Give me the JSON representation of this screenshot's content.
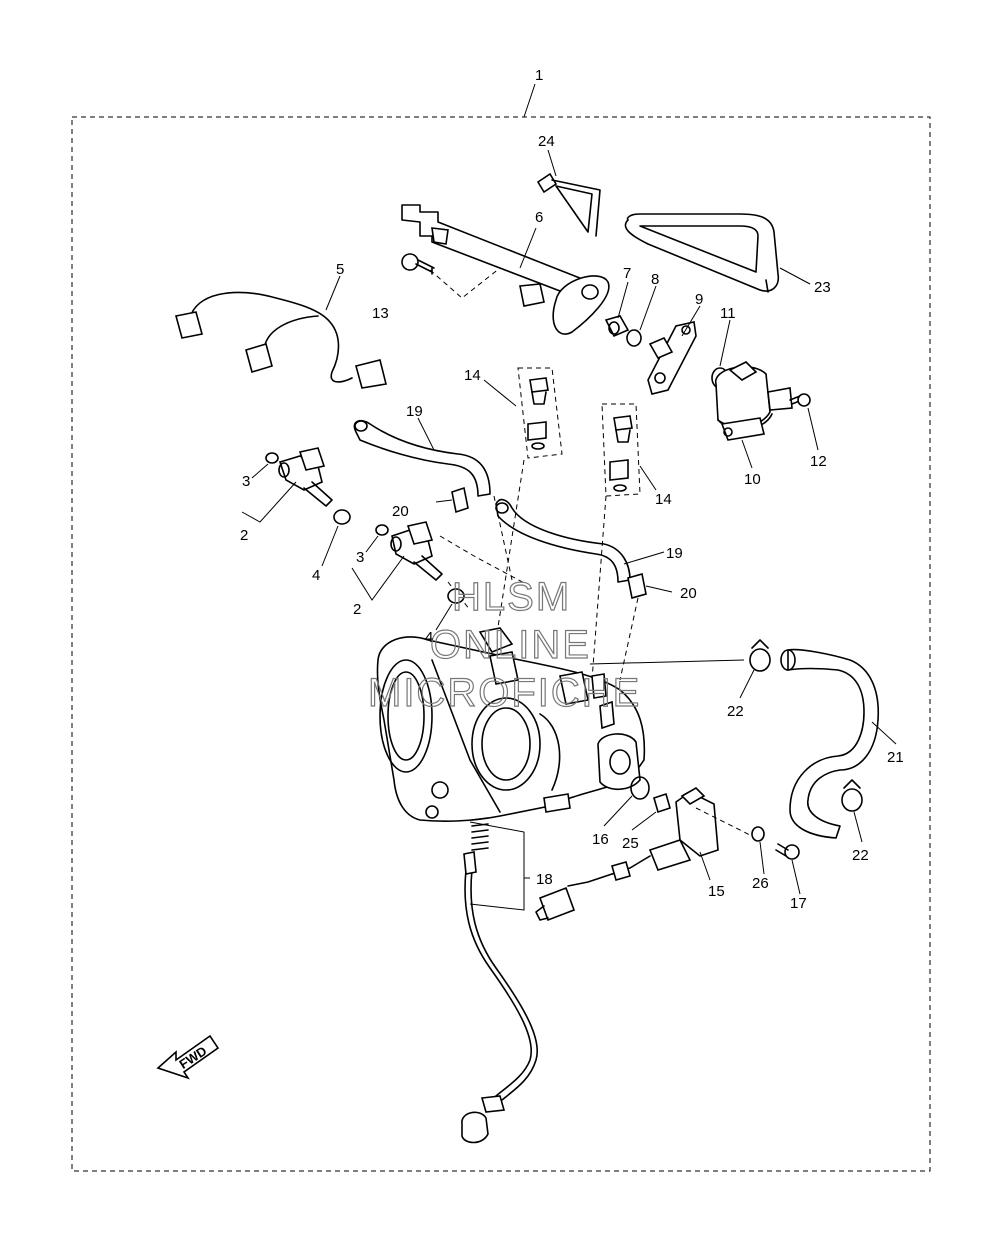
{
  "callouts": {
    "c1": "1",
    "c24": "24",
    "c6": "6",
    "c5": "5",
    "c13": "13",
    "c7": "7",
    "c8": "8",
    "c9": "9",
    "c11": "11",
    "c23": "23",
    "c14a": "14",
    "c14b": "14",
    "c19a": "19",
    "c19b": "19",
    "c10": "10",
    "c12": "12",
    "c3a": "3",
    "c3b": "3",
    "c2a": "2",
    "c2b": "2",
    "c20a": "20",
    "c20b": "20",
    "c4a": "4",
    "c4b": "4",
    "c22a": "22",
    "c22b": "22",
    "c21": "21",
    "c16": "16",
    "c25": "25",
    "c15": "15",
    "c26": "26",
    "c17": "17",
    "c18": "18"
  },
  "watermark": {
    "line1": "HLSM",
    "line2": "ONLINE",
    "line3": "MICROFICHE"
  },
  "fwd_label": "FWD",
  "colors": {
    "ink": "#000000",
    "background": "#ffffff",
    "watermark": "#777777"
  }
}
